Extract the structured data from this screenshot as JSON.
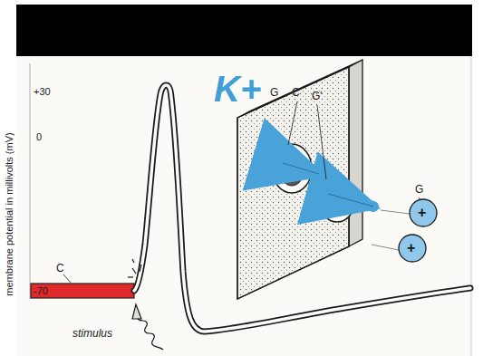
{
  "diagram": {
    "labels": [
      "+30",
      "0",
      "-70",
      "stimulus",
      "K+",
      "G",
      "C",
      "G'",
      "G",
      "C",
      "+",
      "+",
      "membrane potential in millivolts (mV)"
    ]
  }
}
